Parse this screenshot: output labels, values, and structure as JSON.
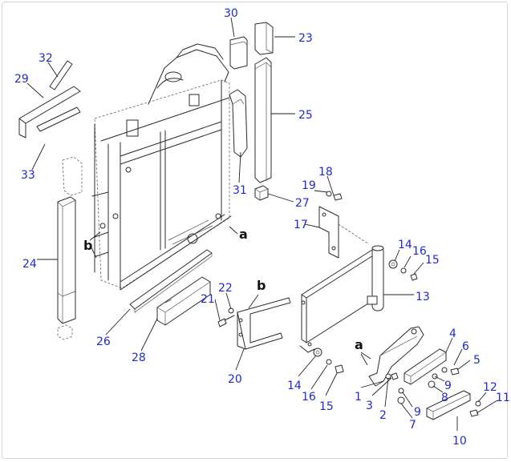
{
  "callouts": [
    {
      "key": "c30",
      "label": "30"
    },
    {
      "key": "c23",
      "label": "23"
    },
    {
      "key": "c32",
      "label": "32"
    },
    {
      "key": "c29",
      "label": "29"
    },
    {
      "key": "c25",
      "label": "25"
    },
    {
      "key": "c33",
      "label": "33"
    },
    {
      "key": "c18",
      "label": "18"
    },
    {
      "key": "c19",
      "label": "19"
    },
    {
      "key": "c31",
      "label": "31"
    },
    {
      "key": "c27",
      "label": "27"
    },
    {
      "key": "c17",
      "label": "17"
    },
    {
      "key": "c24",
      "label": "24"
    },
    {
      "key": "c14a",
      "label": "14"
    },
    {
      "key": "c16a",
      "label": "16"
    },
    {
      "key": "c15a",
      "label": "15"
    },
    {
      "key": "c13",
      "label": "13"
    },
    {
      "key": "c22",
      "label": "22"
    },
    {
      "key": "c21",
      "label": "21"
    },
    {
      "key": "c26",
      "label": "26"
    },
    {
      "key": "c28",
      "label": "28"
    },
    {
      "key": "c20",
      "label": "20"
    },
    {
      "key": "c4",
      "label": "4"
    },
    {
      "key": "c6",
      "label": "6"
    },
    {
      "key": "c5",
      "label": "5"
    },
    {
      "key": "c14b",
      "label": "14"
    },
    {
      "key": "c16b",
      "label": "16"
    },
    {
      "key": "c15b",
      "label": "15"
    },
    {
      "key": "c9a",
      "label": "9"
    },
    {
      "key": "c1",
      "label": "1"
    },
    {
      "key": "c3",
      "label": "3"
    },
    {
      "key": "c2",
      "label": "2"
    },
    {
      "key": "c9b",
      "label": "9"
    },
    {
      "key": "c8",
      "label": "8"
    },
    {
      "key": "c7",
      "label": "7"
    },
    {
      "key": "c12",
      "label": "12"
    },
    {
      "key": "c11",
      "label": "11"
    },
    {
      "key": "c10",
      "label": "10"
    }
  ],
  "refs": [
    {
      "key": "a_frame",
      "label": "a"
    },
    {
      "key": "b_frame",
      "label": "b"
    },
    {
      "key": "b_bracket",
      "label": "b"
    },
    {
      "key": "a_arm",
      "label": "a"
    }
  ],
  "colors": {
    "callout": "#1f2ad1",
    "line": "#2b2b2b"
  }
}
